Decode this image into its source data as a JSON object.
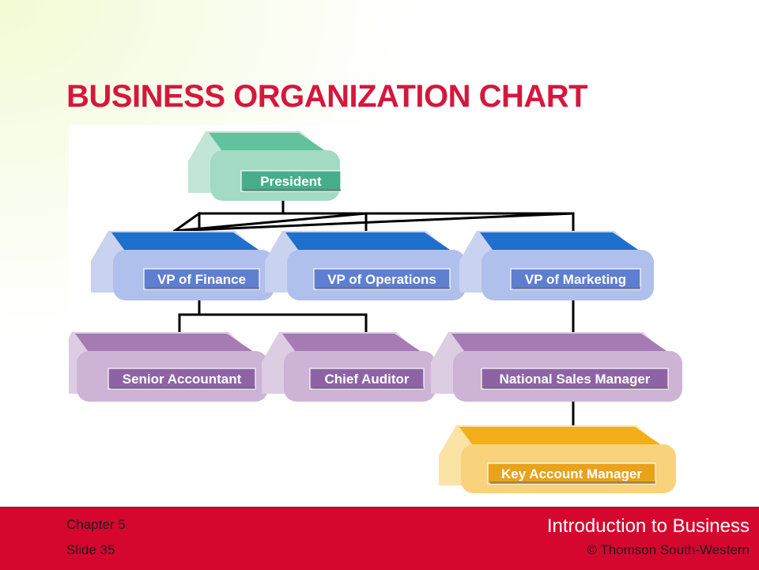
{
  "title": "BUSINESS ORGANIZATION CHART",
  "colors": {
    "title": "#d4183d",
    "footer": "#d5072f",
    "president": "#7fcfae",
    "vp": "#2a78cc",
    "manager": "#b688be",
    "key_account": "#f5b41e",
    "connector": "#000000"
  },
  "org_chart": {
    "president": {
      "label": "President"
    },
    "vps": [
      {
        "label": "VP of Finance"
      },
      {
        "label": "VP of Operations"
      },
      {
        "label": "VP of Marketing"
      }
    ],
    "managers": [
      {
        "label": "Senior Accountant",
        "reports_to": "VP of Finance"
      },
      {
        "label": "Chief Auditor",
        "reports_to": "VP of Finance"
      },
      {
        "label": "National Sales Manager",
        "reports_to": "VP of Marketing"
      }
    ],
    "staff": [
      {
        "label": "Key Account Manager",
        "reports_to": "National Sales Manager"
      }
    ]
  },
  "footer": {
    "chapter": "Chapter 5",
    "slide": "Slide 35",
    "course": "Introduction to Business",
    "copyright": "© Thomson South-Western"
  }
}
